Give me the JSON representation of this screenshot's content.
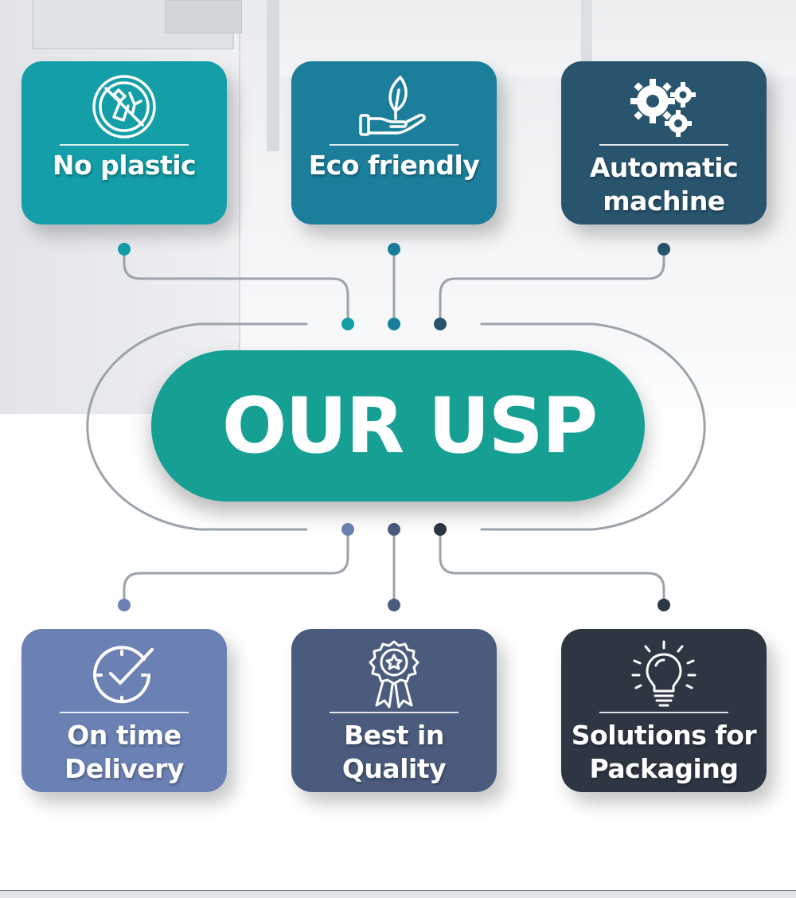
{
  "center": {
    "title": "OUR USP",
    "color": "#169f93"
  },
  "top_cards": [
    {
      "label": "No plastic",
      "icon": "no-plastic-icon",
      "color": "#139ea8"
    },
    {
      "label": "Eco friendly",
      "icon": "eco-hand-leaf-icon",
      "color": "#1b7f9c"
    },
    {
      "label": "Automatic\nmachine",
      "icon": "gears-icon",
      "color": "#28546e"
    }
  ],
  "bottom_cards": [
    {
      "label": "On time\nDelivery",
      "icon": "clock-check-icon",
      "color": "#6b81b4"
    },
    {
      "label": "Best in\nQuality",
      "icon": "award-ribbon-icon",
      "color": "#4a5b7d"
    },
    {
      "label": "Solutions for\nPackaging",
      "icon": "lightbulb-icon",
      "color": "#2e3644"
    }
  ],
  "connector_colors": {
    "top": [
      "#139ea8",
      "#1b7f9c",
      "#28546e"
    ],
    "bottom": [
      "#6b81b4",
      "#4a5b7d",
      "#2e3644"
    ],
    "line": "#9ca3ab"
  }
}
